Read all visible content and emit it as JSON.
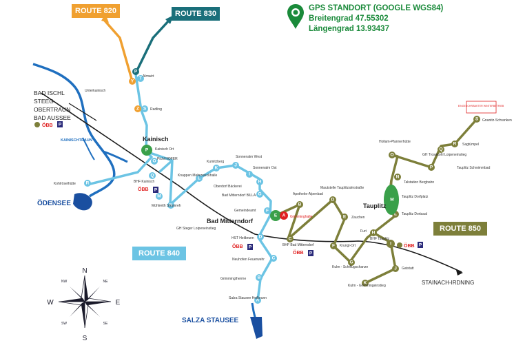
{
  "colors": {
    "route_840": "#6cc4e4",
    "route_850": "#7d7f3a",
    "route_820": "#f0a030",
    "route_830": "#1a6f7a",
    "river": "#1f6fbf",
    "railway": "#1a1a1a",
    "gps_green": "#1a8a3a",
    "lake": "#1a4fa0"
  },
  "routes": {
    "r820": "ROUTE 820",
    "r830": "ROUTE 830",
    "r840": "ROUTE 840",
    "r850": "ROUTE 850"
  },
  "gps": {
    "title": "GPS STANDORT (GOOGLE WGS84)",
    "lat": "Breitengrad 47.55302",
    "lon": "Längengrad 13.93437"
  },
  "places": {
    "bad_ischl": "BAD ISCHL",
    "steeg": "STEEG",
    "obertraun": "OBERTRAUN",
    "bad_aussee": "BAD AUSSEE",
    "kainischtraun": "KAINISCHTRAUN",
    "oedensee": "ÖDENSEE",
    "salza": "SALZA STAUSEE",
    "kainisch": "Kainisch",
    "bad_mitterndorf": "Bad Mitterndorf",
    "tauplitz": "Tauplitz",
    "stainach": "STAINACH-IRDNING",
    "eingeschraenkt": "EINGESCHRÄNKTER WINTERBETRIEB"
  },
  "labels": {
    "unterkainisch": "Unterkainisch",
    "almwirt": "Almwirt",
    "radling": "Radling",
    "kainisch_ort": "Kainisch Ort",
    "pichl_hofer": "Pichl HOFER",
    "kohlroesel": "Kohlröselhütte",
    "bhf_kainisch": "BHF Kainisch",
    "knappen": "Knappen Mehrzweckhalle",
    "kumitzberg": "Kumitzberg",
    "sonnenalm_west": "Sonnenalm West",
    "sonnenalm_ost": "Sonnenalm Ost",
    "oberdorf": "Oberdorf Bäckerei",
    "billa": "Bad Mitterndorf BILLA",
    "gemeindeamt": "Gemeindeamt",
    "apotheke": "Apotheke-Alpenbad",
    "grimminghalle": "Grimminghalle",
    "muehlreith": "Mühlreith Strumreh",
    "gh_steger": "GH Steger Loipeneinstieg",
    "hst_heilbrunn": "HST Heilbrunn",
    "neuhofen": "Neuhofen Feuerwehr",
    "grimmingtherme": "Grimmingtherme",
    "salza_heilbrunn": "Salza Stausee Heilbrunn",
    "mautstelle": "Mautstelle Tauplitzalmstraße",
    "zauchen": "Zauchen",
    "bhf_mitterndorf": "BHF Bad Mitterndorf",
    "krungl": "Krungl-Ort",
    "kulm_schanze": "Kulm - Schiflugschanze",
    "kulm_grimming": "Kulm - Grimmingeinstieg",
    "furt": "Furt",
    "bhf_tauplitz": "BHF Tauplitz",
    "gatstatt": "Gatstatt",
    "tauplitz_dortsaal": "Tauplitz Dortsaal",
    "tauplitz_dorfplatz": "Tauplitz Dorfplatz",
    "talstation": "Talstation Bergbahn",
    "gh_trosakohl": "GH Trosakohl Loipeneinstieg",
    "tauplitz_schwimmbad": "Tauplitz Schwimmbad",
    "hollam": "Hollam-Pfannerhütte",
    "sagtuempel": "Sagtümpel",
    "gnanitz": "Gnanitz-Schranken",
    "obb": "ÖBB",
    "p": "P"
  },
  "compass": {
    "n": "N",
    "s": "S",
    "e": "E",
    "w": "W",
    "ne": "NE",
    "nw": "NW",
    "se": "SE",
    "sw": "SW"
  },
  "nodes": {
    "p_top": "P",
    "y": "Y",
    "t": "T",
    "z": "Z",
    "s": "S",
    "p_kain": "P",
    "o": "O",
    "q": "Q",
    "r": "R",
    "m": "M",
    "n": "N",
    "l": "L",
    "k": "K",
    "j": "J",
    "i": "I",
    "h": "H",
    "g": "G",
    "f": "F",
    "e": "E",
    "a": "A",
    "b": "B",
    "c": "C",
    "d": "D",
    "e2": "E",
    "f2": "F",
    "g2": "G",
    "h2": "H",
    "i2": "I",
    "j2": "J",
    "k2": "K",
    "l2": "L",
    "m2": "M",
    "n2": "N",
    "o2": "O",
    "p2": "P",
    "q2": "Q",
    "r2": "R",
    "s2": "S",
    "bc": "B",
    "cc": "C",
    "dc": "D",
    "ac": "A"
  }
}
